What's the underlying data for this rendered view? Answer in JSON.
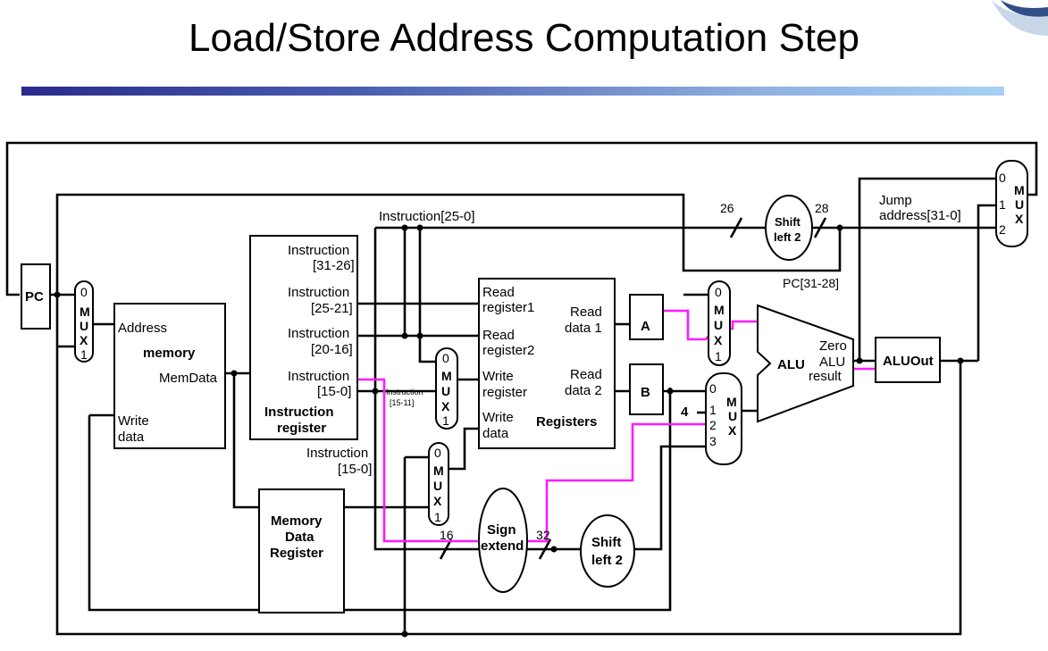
{
  "slide": {
    "title": "Load/Store Address Computation Step"
  },
  "labels": {
    "pc": "PC",
    "mux_letters": [
      "M",
      "U",
      "X"
    ],
    "mem_address": "Address",
    "mem_title": "memory",
    "mem_memdata": "MemData",
    "mem_write": "Write",
    "mem_data": "data",
    "ir_31_26": [
      "Instruction",
      "[31-26]"
    ],
    "ir_25_21": [
      "Instruction",
      "[25-21]"
    ],
    "ir_20_16": [
      "Instruction",
      "[20-16]"
    ],
    "ir_15_0": [
      "Instruction",
      "[15-0]"
    ],
    "ir_title": [
      "Instruction",
      "register"
    ],
    "ir_15_0_lower": [
      "Instruction",
      "[15-0]"
    ],
    "ir_15_11": [
      "Instruction",
      "[15-11]"
    ],
    "instr_25_0": "Instruction[25-0]",
    "mdr": [
      "Memory",
      "Data",
      "Register"
    ],
    "reg_read1": [
      "Read",
      "register1"
    ],
    "reg_read2": [
      "Read",
      "register2"
    ],
    "reg_write_reg": [
      "Write",
      "register"
    ],
    "reg_write_data": [
      "Write",
      "data"
    ],
    "reg_rd1": [
      "Read",
      "data 1"
    ],
    "reg_rd2": [
      "Read",
      "data 2"
    ],
    "reg_title": "Registers",
    "a": "A",
    "b": "B",
    "four": "4",
    "alu": "ALU",
    "alu_zero": "Zero",
    "alu_result": [
      "ALU",
      "result"
    ],
    "aluout": "ALUOut",
    "sign_extend": [
      "Sign",
      "extend"
    ],
    "shift_left2": [
      "Shift",
      "left 2"
    ],
    "top_shift": [
      "Shift",
      "left 2"
    ],
    "w26": "26",
    "w28": "28",
    "w16": "16",
    "w32": "32",
    "jump_addr": [
      "Jump",
      "address[31-0]"
    ],
    "pc_31_28": "PC[31-28]",
    "mux_in": [
      "0",
      "1",
      "2",
      "3"
    ]
  },
  "colors": {
    "highlight": "#ff19ff",
    "title_bar_start": "#2a2a8c",
    "title_bar_end": "#a8d0f5"
  }
}
